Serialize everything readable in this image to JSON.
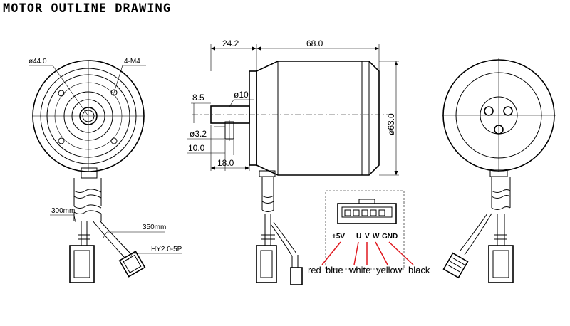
{
  "title": "MOTOR OUTLINE DRAWING",
  "front_view": {
    "dia_label": "ø44.0",
    "holes_label": "4-M4",
    "cable_length_short": "300mm",
    "cable_length_long": "350mm",
    "connector_label": "HY2.0-5P"
  },
  "side_view": {
    "dim_shaft_length": "24.2",
    "dim_body_length": "68.0",
    "dim_8_5": "8.5",
    "dim_shaft_dia": "ø10",
    "dim_keyway_dia": "ø3.2",
    "dim_10_0": "10.0",
    "dim_18_0": "18.0",
    "dim_body_dia": "ø63.0"
  },
  "connector": {
    "pins": [
      "+5V",
      "U",
      "V",
      "W",
      "GND"
    ],
    "wires": [
      "red",
      "blue",
      "white",
      "yellow",
      "black"
    ],
    "wire_highlight_color": "#e0191f"
  }
}
